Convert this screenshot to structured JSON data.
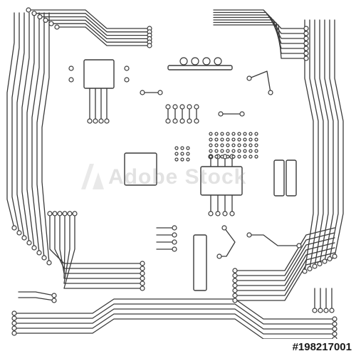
{
  "image": {
    "kind": "circuit-board-illustration",
    "colors": {
      "background": "#ffffff",
      "line": "#3a3a3a",
      "watermark": "#969696"
    }
  },
  "watermark": {
    "text": "Adobe Stock"
  },
  "footer": {
    "stock_id": "#198217001"
  }
}
